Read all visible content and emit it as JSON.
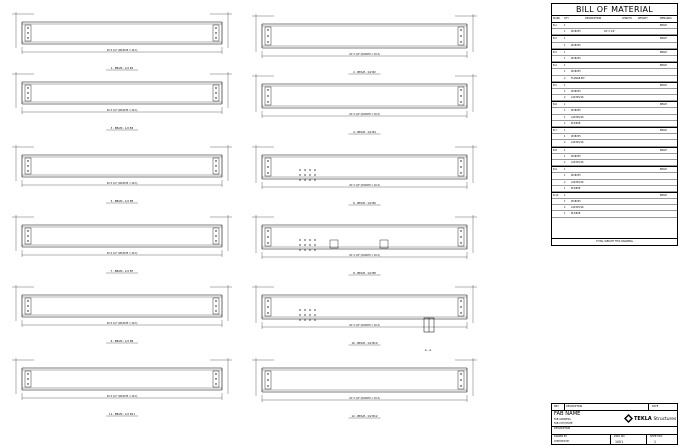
{
  "bom": {
    "title": "BILL OF MATERIAL",
    "headers": [
      "MARK",
      "QTY",
      "DESCRIPTION",
      "LENGTH",
      "WEIGHT",
      "REMARKS"
    ],
    "total_label": "TOTAL WEIGHT THIS DRAWING",
    "rows": [
      {
        "mark": "B-1",
        "qty": "1",
        "desc": "",
        "len": "",
        "wt": "",
        "rem": "BEAM"
      },
      {
        "mark": "",
        "qty": "1",
        "desc": "W18X35",
        "len": "20'-3 1/2\"",
        "wt": "",
        "rem": ""
      },
      {
        "mark": "B-2",
        "qty": "1",
        "desc": "",
        "len": "",
        "wt": "",
        "rem": "BEAM"
      },
      {
        "mark": "",
        "qty": "1",
        "desc": "W18X35",
        "len": "",
        "wt": "",
        "rem": ""
      },
      {
        "mark": "B-3",
        "qty": "1",
        "desc": "",
        "len": "",
        "wt": "",
        "rem": "BEAM"
      },
      {
        "mark": "",
        "qty": "1",
        "desc": "W18X35",
        "len": "",
        "wt": "",
        "rem": ""
      },
      {
        "mark": "B-4",
        "qty": "1",
        "desc": "",
        "len": "",
        "wt": "",
        "rem": "BEAM"
      },
      {
        "mark": "",
        "qty": "1",
        "desc": "W18X35",
        "len": "",
        "wt": "",
        "rem": ""
      },
      {
        "mark": "",
        "qty": "2",
        "desc": "FLANGE PLT",
        "len": "",
        "wt": "",
        "rem": ""
      },
      {
        "mark": "B-5",
        "qty": "1",
        "desc": "",
        "len": "",
        "wt": "",
        "rem": "BEAM"
      },
      {
        "mark": "",
        "qty": "1",
        "desc": "W18X35",
        "len": "",
        "wt": "",
        "rem": ""
      },
      {
        "mark": "",
        "qty": "2",
        "desc": "L4X3X5/16",
        "len": "",
        "wt": "",
        "rem": ""
      },
      {
        "mark": "B-6",
        "qty": "1",
        "desc": "",
        "len": "",
        "wt": "",
        "rem": "BEAM"
      },
      {
        "mark": "",
        "qty": "1",
        "desc": "W18X35",
        "len": "",
        "wt": "",
        "rem": ""
      },
      {
        "mark": "",
        "qty": "1",
        "desc": "L4X3X5/16",
        "len": "",
        "wt": "",
        "rem": ""
      },
      {
        "mark": "",
        "qty": "1",
        "desc": "PL3/8X8",
        "len": "",
        "wt": "",
        "rem": ""
      },
      {
        "mark": "B-7",
        "qty": "1",
        "desc": "",
        "len": "",
        "wt": "",
        "rem": "BEAM"
      },
      {
        "mark": "",
        "qty": "1",
        "desc": "W18X35",
        "len": "",
        "wt": "",
        "rem": ""
      },
      {
        "mark": "",
        "qty": "2",
        "desc": "L4X3X5/16",
        "len": "",
        "wt": "",
        "rem": ""
      },
      {
        "mark": "B-8",
        "qty": "1",
        "desc": "",
        "len": "",
        "wt": "",
        "rem": "BEAM"
      },
      {
        "mark": "",
        "qty": "1",
        "desc": "W18X35",
        "len": "",
        "wt": "",
        "rem": ""
      },
      {
        "mark": "",
        "qty": "2",
        "desc": "L4X3X5/16",
        "len": "",
        "wt": "",
        "rem": ""
      },
      {
        "mark": "B-9",
        "qty": "1",
        "desc": "",
        "len": "",
        "wt": "",
        "rem": "BEAM"
      },
      {
        "mark": "",
        "qty": "1",
        "desc": "W18X35",
        "len": "",
        "wt": "",
        "rem": ""
      },
      {
        "mark": "",
        "qty": "2",
        "desc": "L4X3X5/16",
        "len": "",
        "wt": "",
        "rem": ""
      },
      {
        "mark": "",
        "qty": "1",
        "desc": "PL3/8X8",
        "len": "",
        "wt": "",
        "rem": ""
      },
      {
        "mark": "B-10",
        "qty": "1",
        "desc": "",
        "len": "",
        "wt": "",
        "rem": "BEAM"
      },
      {
        "mark": "",
        "qty": "1",
        "desc": "W18X35",
        "len": "",
        "wt": "",
        "rem": ""
      },
      {
        "mark": "",
        "qty": "2",
        "desc": "L4X3X5/16",
        "len": "",
        "wt": "",
        "rem": ""
      },
      {
        "mark": "",
        "qty": "1",
        "desc": "PL3/8X8",
        "len": "",
        "wt": "",
        "rem": ""
      }
    ]
  },
  "views": [
    {
      "label": "1 - BEAM - 1/2 B1",
      "dim": "20'-3 1/2\" (W18X35 = 20-3)"
    },
    {
      "label": "2 - BEAM - 1/2 B2",
      "dim": "20'-3 1/2\" (W18X35 = 20-3)"
    },
    {
      "label": "3 - BEAM - 1/2 B3",
      "dim": "20'-3 1/2\" (W18X35 = 20-3)"
    },
    {
      "label": "4 - BEAM - 1/2 B4",
      "dim": "20'-3 1/2\" (W18X35 = 20-3)"
    },
    {
      "label": "5 - BEAM - 1/2 B5",
      "dim": "20'-3 1/2\" (W18X35 = 20-3)"
    },
    {
      "label": "6 - BEAM - 1/2 B6",
      "dim": "20'-3 1/2\" (W18X35 = 20-3)"
    },
    {
      "label": "7 - BEAM - 1/2 B7",
      "dim": "20'-3 1/2\" (W18X35 = 20-3)"
    },
    {
      "label": "8 - BEAM - 1/2 B8",
      "dim": "20'-3 1/2\" (W18X35 = 20-3)"
    },
    {
      "label": "9 - BEAM - 1/2 B9",
      "dim": "20'-3 1/2\" (W18X35 = 20-3)"
    },
    {
      "label": "10 - BEAM - 1/2 B10",
      "dim": "20'-3 1/2\" (W18X35 = 20-3)"
    },
    {
      "label": "11 - BEAM - 1/2 B11",
      "dim": "20'-3 1/2\" (W18X35 = 20-3)"
    },
    {
      "label": "12 - BEAM - 1/2 B12",
      "dim": "20'-3 1/2\" (W18X35 = 20-3)"
    }
  ],
  "section_label": "A - A",
  "title_block": {
    "rev_header": "REV",
    "desc_header": "DESCRIPTION",
    "date_header": "DATE",
    "fab_name": "FAB NAME",
    "fab_line1": "FAB ADDRESS",
    "fab_line2": "FAB CITY/STATE",
    "logo_text": "TEKLA",
    "logo_sub": "Structures",
    "desc_label": "DESCRIPTION",
    "drawn_label": "DRAWN BY",
    "checked_label": "CHECKED BY",
    "dwg_label": "DWG NO.",
    "sheet_label": "SHEET NO.",
    "dwg_no": "1001",
    "sheet_no": "1"
  }
}
